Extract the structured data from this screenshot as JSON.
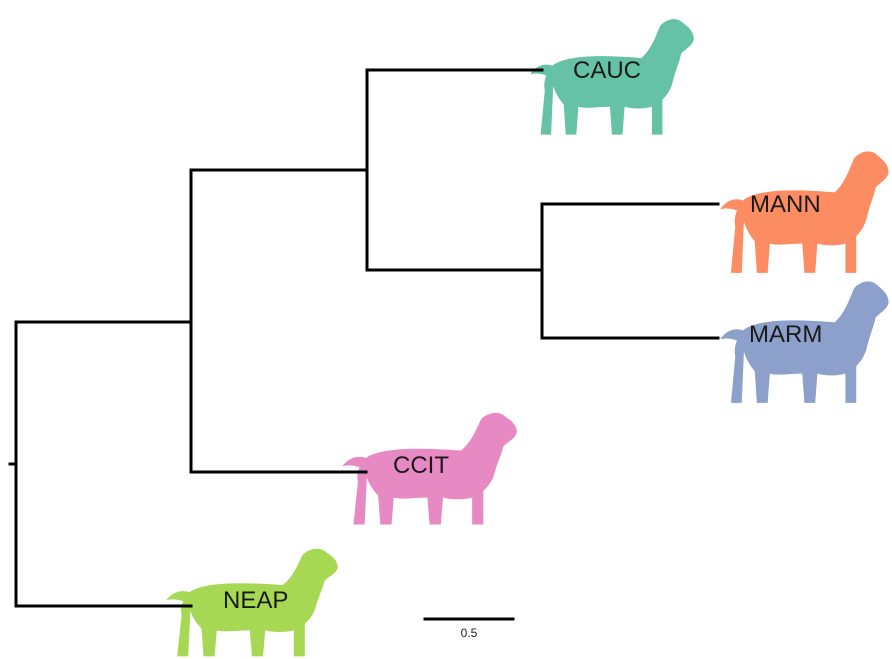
{
  "tree": {
    "newick": "((CAUC,(MANN,MARM)),CCIT),NEAP",
    "taxa": [
      {
        "id": "CAUC",
        "label": "CAUC",
        "color": "#66c2a5",
        "icon": "dog-silhouette-icon"
      },
      {
        "id": "MANN",
        "label": "MANN",
        "color": "#fc8d62",
        "icon": "dog-silhouette-icon"
      },
      {
        "id": "MARM",
        "label": "MARM",
        "color": "#8da0cb",
        "icon": "dog-silhouette-icon"
      },
      {
        "id": "CCIT",
        "label": "CCIT",
        "color": "#e78ac3",
        "icon": "dog-silhouette-icon"
      },
      {
        "id": "NEAP",
        "label": "NEAP",
        "color": "#a6d854",
        "icon": "dog-silhouette-icon"
      }
    ]
  },
  "scale_bar": {
    "label": "0.5"
  }
}
